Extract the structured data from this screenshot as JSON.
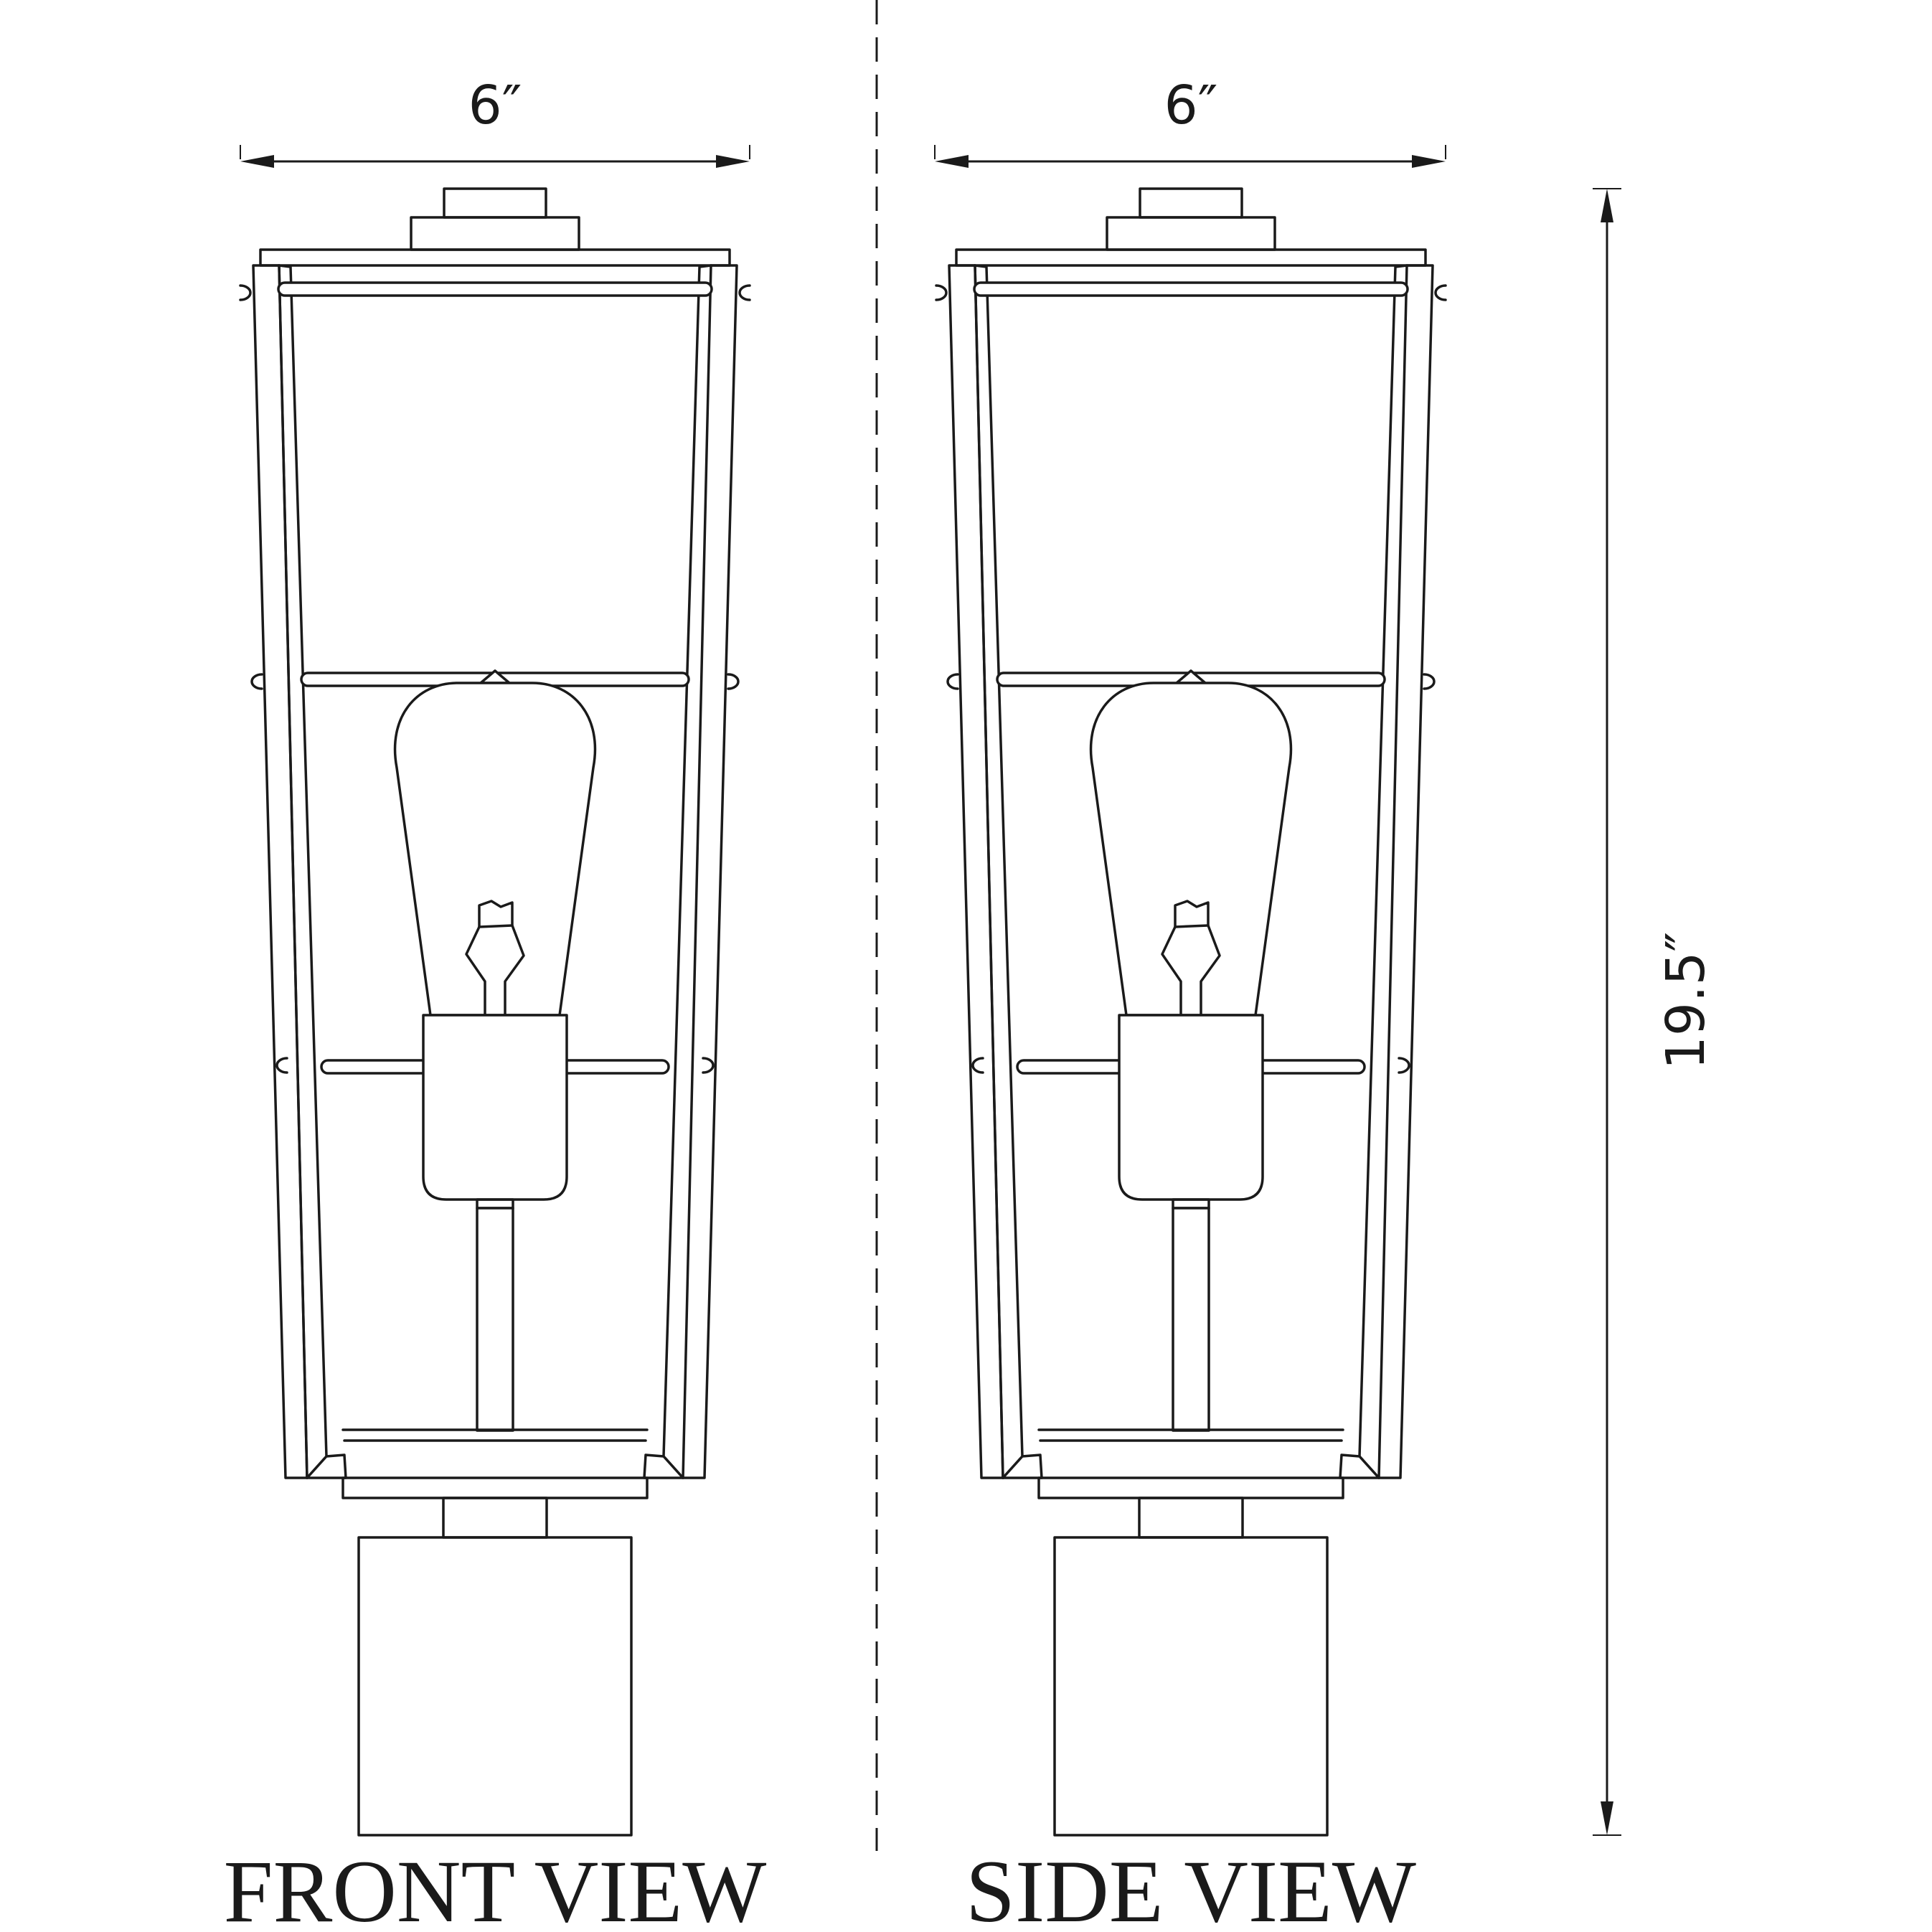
{
  "dimensions": {
    "front_width": "6″",
    "side_width": "6″",
    "height": "19.5″"
  },
  "views": {
    "front_label": "FRONT VIEW",
    "side_label": "SIDE VIEW"
  }
}
